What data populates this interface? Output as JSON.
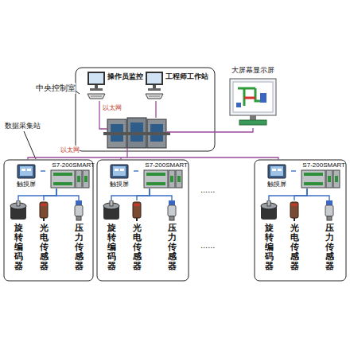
{
  "diagram": {
    "nodes": [
      {
        "text": [
          "操作员监控"
        ]
      },
      {
        "text": [
          "工程师工作站"
        ]
      },
      {
        "text": [
          "大屏幕显示屏"
        ]
      },
      {
        "text": [
          "触摸屏"
        ]
      },
      {
        "text": [
          "S7-200SMART"
        ]
      },
      {
        "text": [
          "旋转编码器"
        ]
      },
      {
        "text": [
          "光电传感器"
        ]
      },
      {
        "text": [
          "压力传感器"
        ]
      },
      {
        "text": [
          "触摸屏"
        ]
      },
      {
        "text": [
          "S7-200SMART"
        ]
      },
      {
        "text": [
          "旋转编码器"
        ]
      },
      {
        "text": [
          "光电传感器"
        ]
      },
      {
        "text": [
          "压力传感器"
        ]
      },
      {
        "text": [
          "触摸屏"
        ]
      },
      {
        "text": [
          "S7-200SMART"
        ]
      },
      {
        "text": [
          "旋转编码器"
        ]
      },
      {
        "text": [
          "光电传感器"
        ]
      },
      {
        "text": [
          "压力传感器"
        ]
      }
    ],
    "edges": [
      {
        "from": 3,
        "to": 4,
        "arrow": "none"
      },
      {
        "from": 4,
        "to": 5,
        "arrow": "none"
      },
      {
        "from": 4,
        "to": 6,
        "arrow": "none"
      },
      {
        "from": 4,
        "to": 7,
        "arrow": "none"
      },
      {
        "from": 8,
        "to": 9,
        "arrow": "none"
      },
      {
        "from": 9,
        "to": 10,
        "arrow": "none"
      },
      {
        "from": 9,
        "to": 11,
        "arrow": "none"
      },
      {
        "from": 9,
        "to": 12,
        "arrow": "none"
      },
      {
        "from": 13,
        "to": 14,
        "arrow": "none"
      },
      {
        "from": 14,
        "to": 15,
        "arrow": "none"
      },
      {
        "from": 14,
        "to": 16,
        "arrow": "none"
      },
      {
        "from": 14,
        "to": 17,
        "arrow": "none"
      }
    ],
    "labels": [
      "中央控制室",
      "以太网",
      "数据采集站",
      "以太网",
      "......",
      "......"
    ]
  }
}
